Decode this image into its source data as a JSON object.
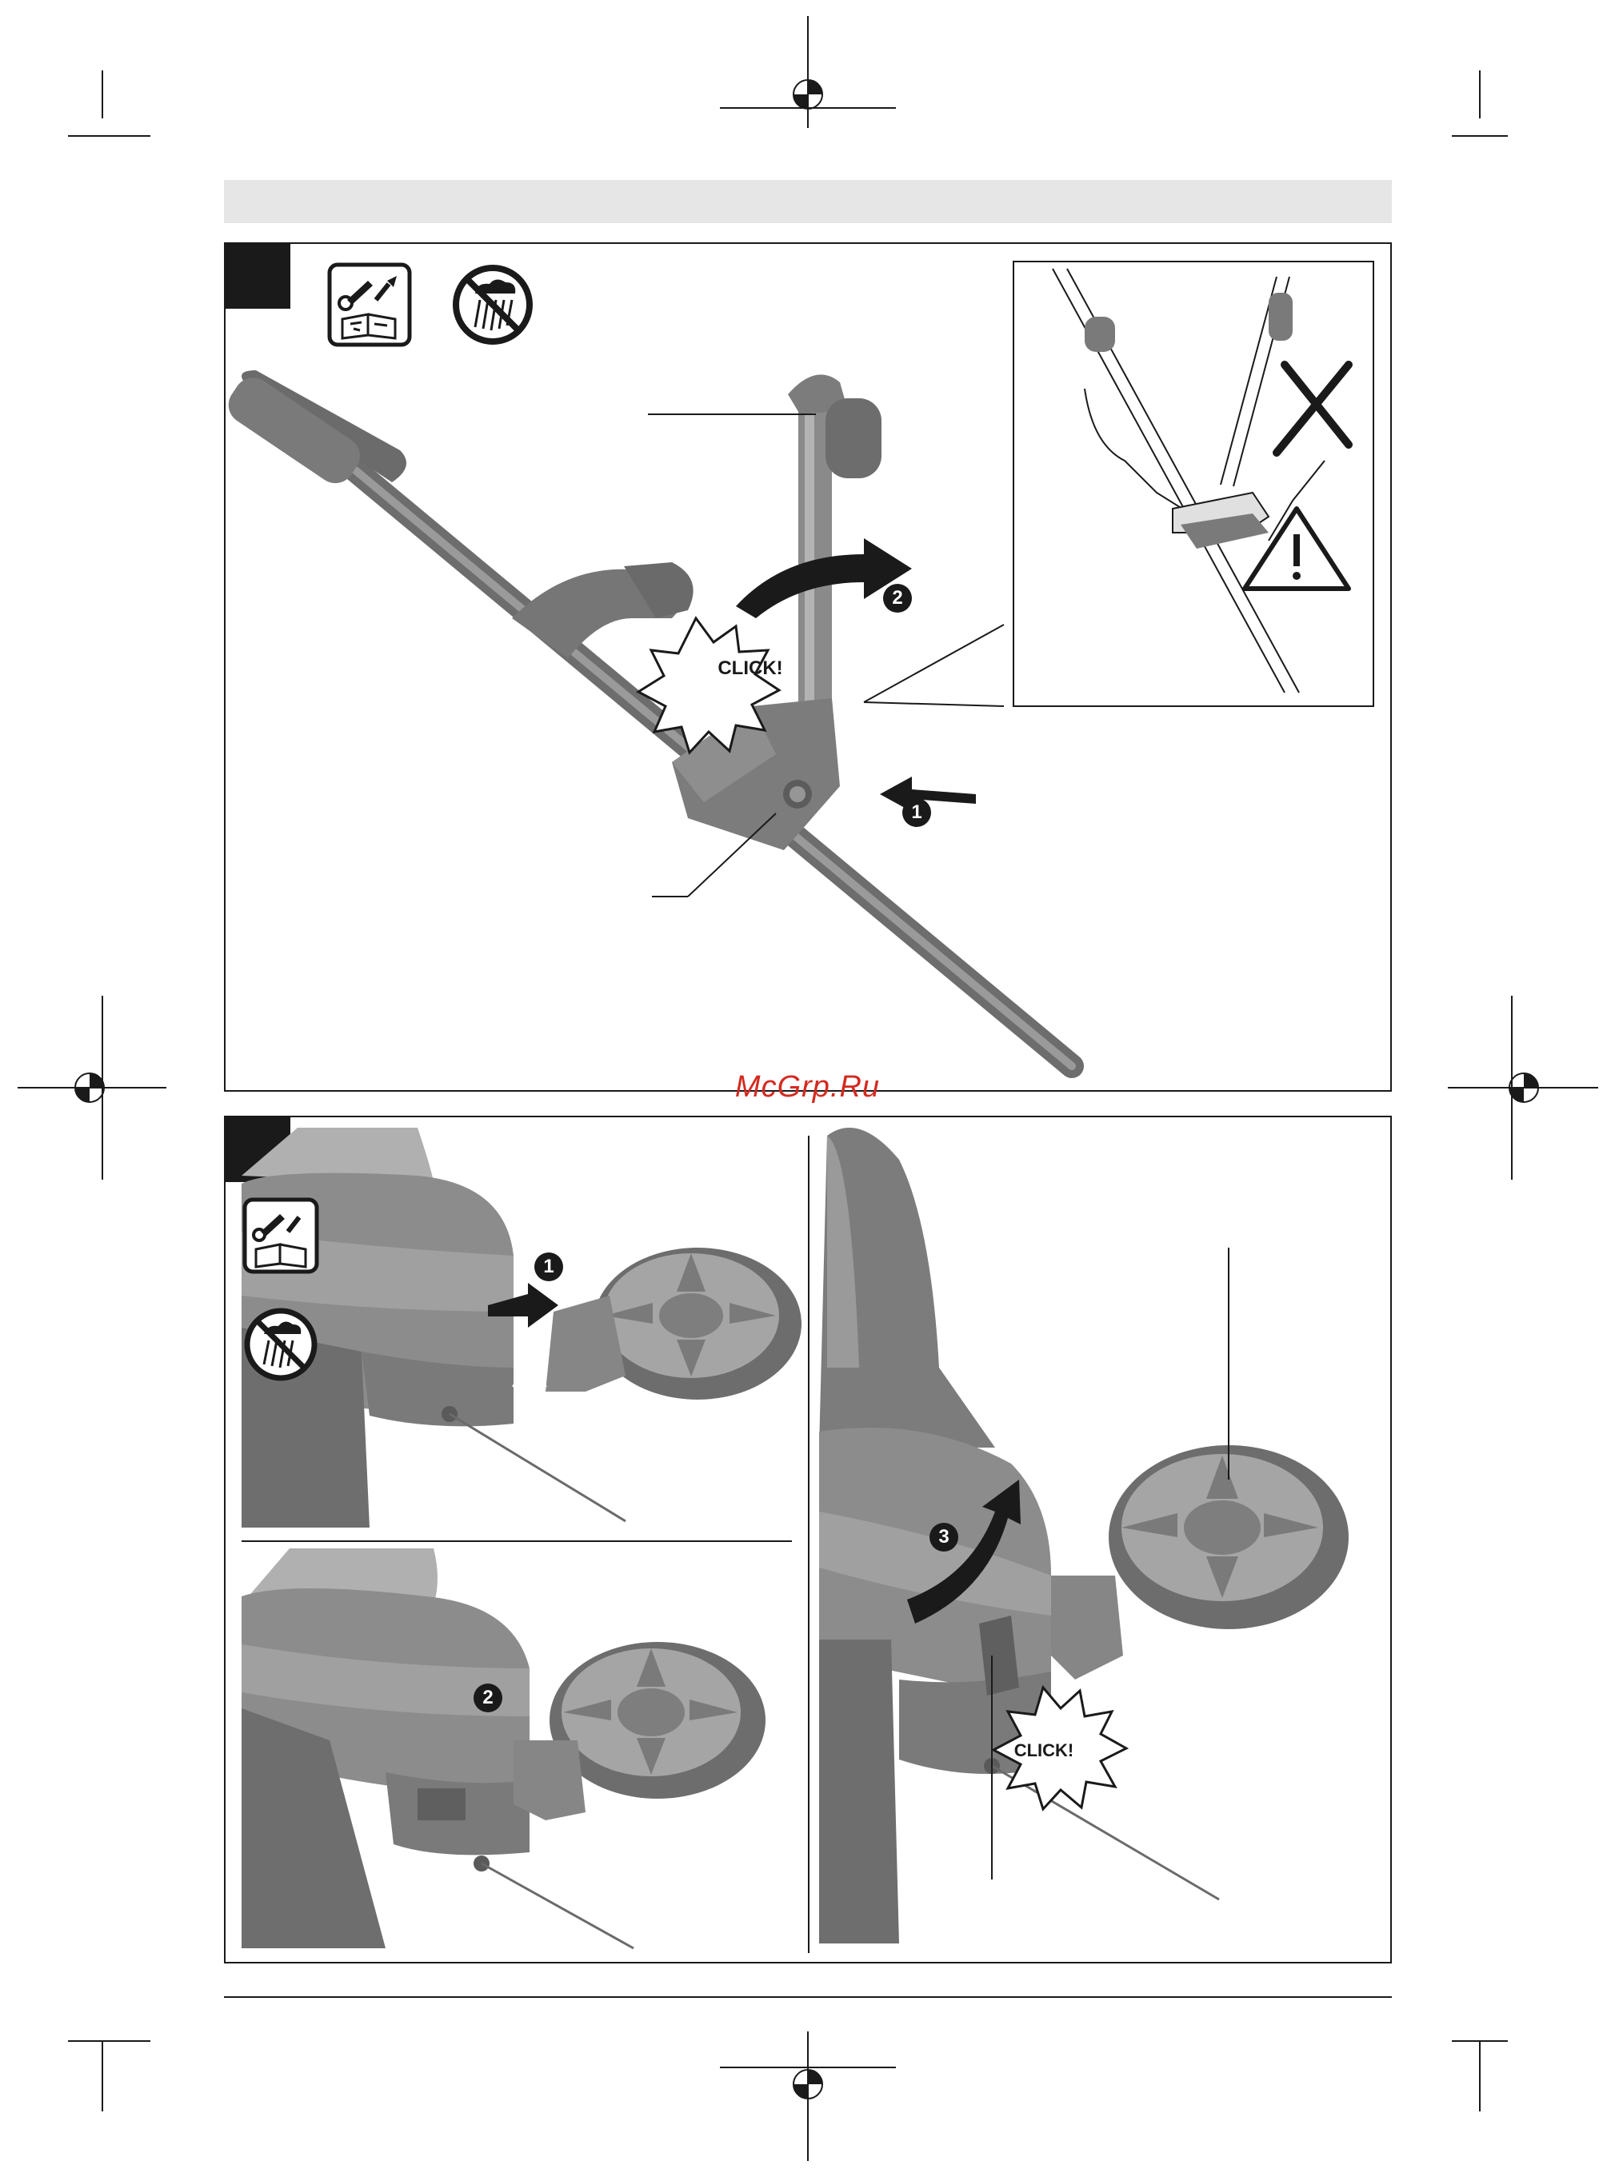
{
  "watermark": "McGrp.Ru",
  "callouts": {
    "click_top": "CLICK!",
    "click_bottom": "CLICK!"
  },
  "steps": {
    "top_1": "1",
    "top_2": "2",
    "bl_1": "1",
    "bl_2": "2",
    "br_3": "3"
  },
  "icons": {
    "maintenance": "tools-and-manual-icon",
    "no_rain": "no-rain-icon",
    "warning": "warning-triangle-icon",
    "cross": "cross-mark-icon"
  },
  "colors": {
    "product_gray": "#7a7a7a",
    "dark": "#1a1a1a",
    "header_band": "#e6e6e6",
    "watermark": "#d42a20"
  }
}
